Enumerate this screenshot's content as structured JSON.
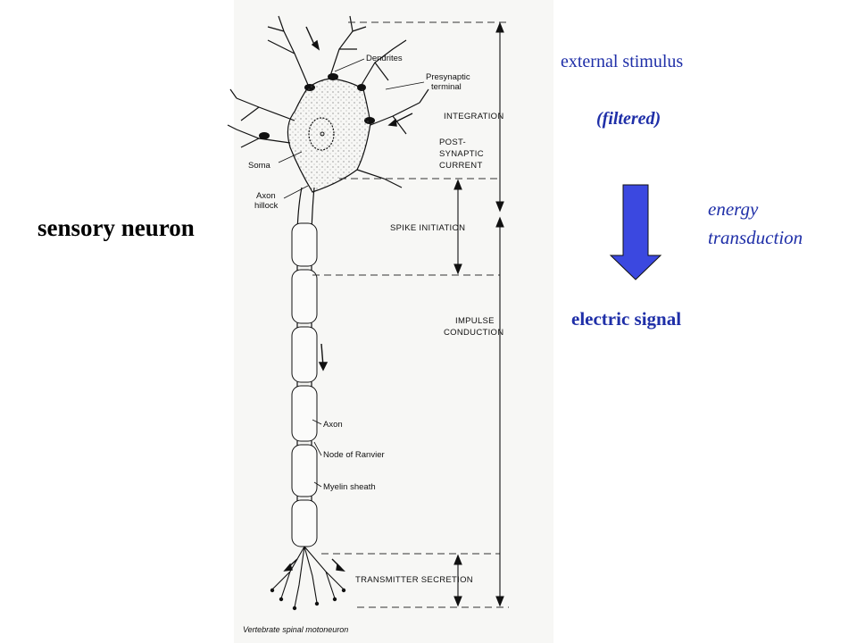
{
  "main_label": "sensory neuron",
  "stimulus_label": "external stimulus",
  "filtered_label": "(filtered)",
  "transduction_label": [
    "energy",
    "transduction"
  ],
  "output_label": "electric signal",
  "arrow_color": "#3b48e0",
  "text_color": "#1f2fa8",
  "diagram": {
    "structure_labels": {
      "dendrites": "Dendrites",
      "presynaptic": [
        "Presynaptic",
        "terminal"
      ],
      "soma": "Soma",
      "axon_hillock": [
        "Axon",
        "hillock"
      ],
      "axon": "Axon",
      "node": "Node of Ranvier",
      "myelin": "Myelin sheath"
    },
    "stage_labels": {
      "integration": "INTEGRATION",
      "psc": [
        "POST-",
        "SYNAPTIC",
        "CURRENT"
      ],
      "spike": "SPIKE INITIATION",
      "impulse": [
        "IMPULSE",
        "CONDUCTION"
      ],
      "transmitter": "TRANSMITTER SECRETION"
    },
    "caption": "Vertebrate spinal motoneuron"
  }
}
